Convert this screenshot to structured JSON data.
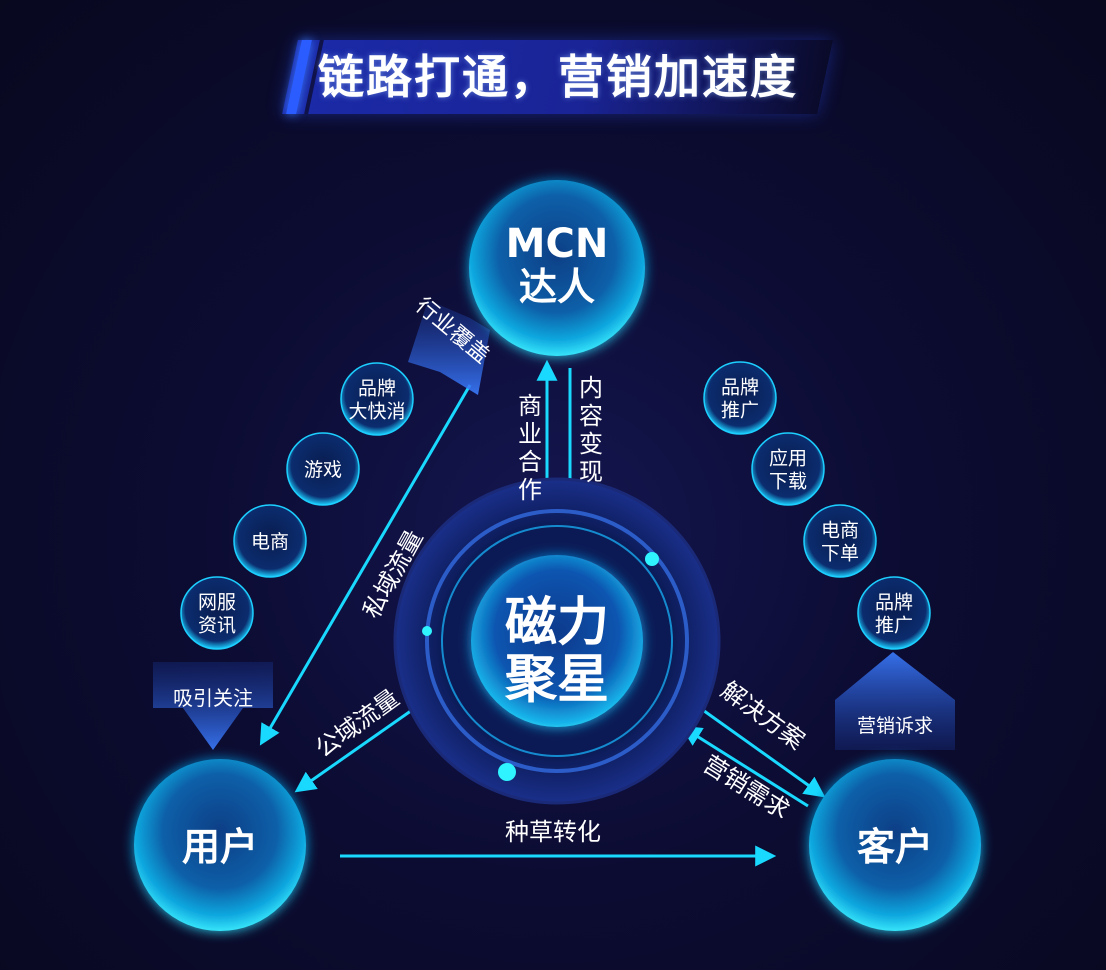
{
  "title": "链路打通，营销加速度",
  "colors": {
    "accent": "#19d9ff",
    "node_fill": "#0f7fc0",
    "tag_fill": "#0a2a66",
    "arrow_fill": "#2e6cf5"
  },
  "nodes": {
    "center": [
      "磁力",
      "聚星"
    ],
    "top": [
      "MCN",
      "达人"
    ],
    "left": [
      "用户"
    ],
    "right": [
      "客户"
    ]
  },
  "left_tags": [
    [
      "品牌",
      "大快消"
    ],
    [
      "游戏"
    ],
    [
      "电商"
    ],
    [
      "网服",
      "资讯"
    ]
  ],
  "right_tags": [
    [
      "品牌",
      "推广"
    ],
    [
      "应用",
      "下载"
    ],
    [
      "电商",
      "下单"
    ],
    [
      "品牌",
      "推广"
    ]
  ],
  "labels": {
    "industry": "行业覆盖",
    "attract": "吸引关注",
    "private_traffic": "私域流量",
    "public_traffic": "公域流量",
    "business_coop": [
      "商",
      "业",
      "合",
      "作"
    ],
    "content_monetize": [
      "内",
      "容",
      "变",
      "现"
    ],
    "solution": "解决方案",
    "marketing_demand": "营销需求",
    "seeding": "种草转化",
    "marketing_appeal": "营销诉求"
  }
}
